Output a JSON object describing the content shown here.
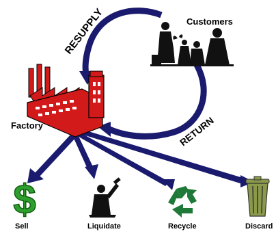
{
  "labels": {
    "resupply": "RESUPPLY",
    "customers": "Customers",
    "factory": "Factory",
    "return": "RETURN",
    "sell": "Sell",
    "liquidate": "Liquidate",
    "recycle": "Recycle",
    "discard": "Discard"
  },
  "colors": {
    "arrow": "#1a1a6e",
    "factory_red": "#d21a1a",
    "money_green": "#2e9e2e",
    "recycle_green": "#1f7a3a",
    "bin_green": "#8a9a4a",
    "silhouette": "#111111"
  },
  "icons": {
    "customers": "people-silhouette-icon",
    "factory": "factory-icon",
    "sell": "dollar-sign-icon",
    "liquidate": "auctioneer-silhouette-icon",
    "recycle": "recycle-icon",
    "discard": "trash-bin-icon"
  }
}
